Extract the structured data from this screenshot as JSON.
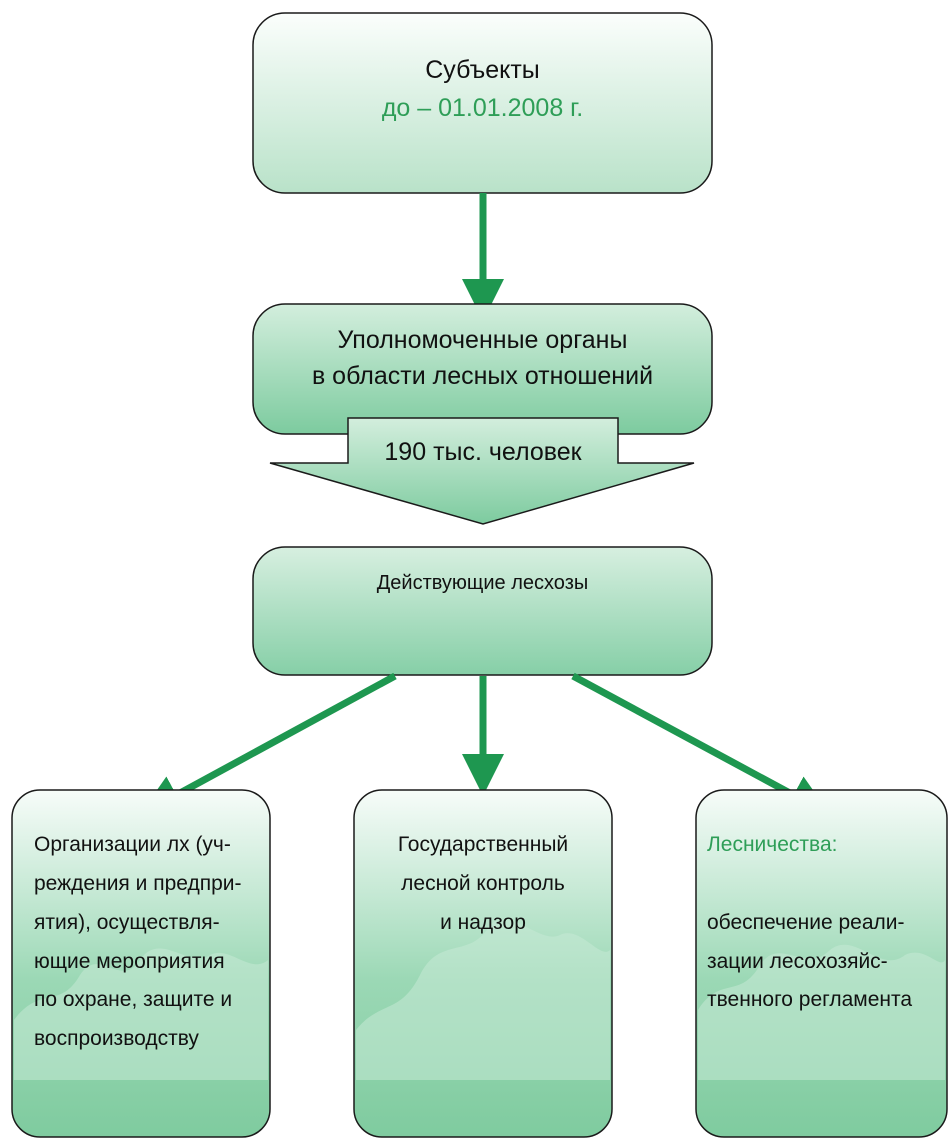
{
  "colors": {
    "arrow": "#1e9750",
    "box_border": "#1a1a1a",
    "box_fill_top": "#f7fcf9",
    "box_fill_bottom": "#86cfa7",
    "accent_text": "#2e9e57"
  },
  "nodes": {
    "subjects": {
      "title": "Субъекты",
      "date": "до – 01.01.2008 г."
    },
    "authorized_bodies": {
      "line1": "Уполномоченные органы",
      "line2": "в области лесных отношений"
    },
    "staff_count": {
      "label": "190 тыс. человек"
    },
    "leskhozes": {
      "label": "Действующие лесхозы"
    },
    "organizations": {
      "lines": [
        "Организации лх (уч-",
        "реждения и предпри-",
        "ятия), осуществля-",
        "ющие мероприятия",
        "по охране, защите и",
        "воспроизводству"
      ]
    },
    "state_control": {
      "lines": [
        "Государственный",
        "лесной контроль",
        "и надзор"
      ]
    },
    "forestries": {
      "heading": "Лесничества:",
      "lines": [
        "обеспечение реали-",
        "зации лесохозяйс-",
        "твенного регламента"
      ]
    }
  }
}
